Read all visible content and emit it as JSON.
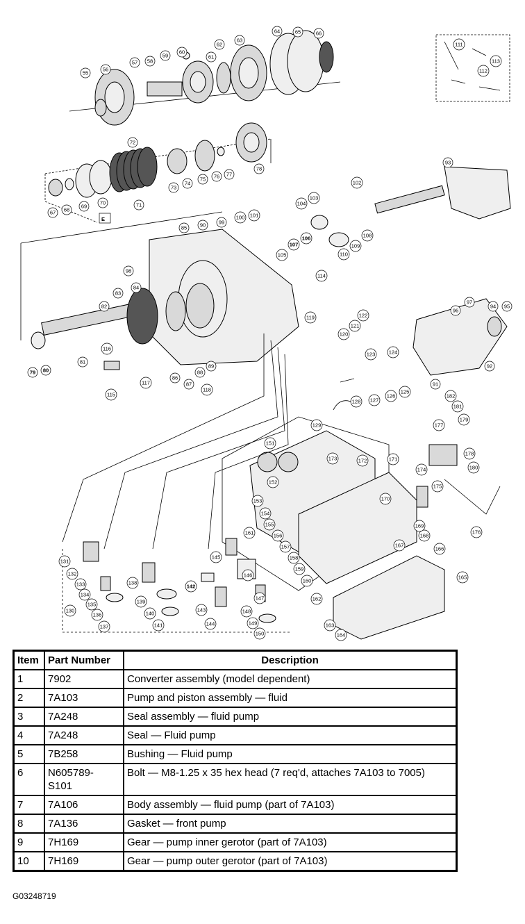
{
  "figure_id": "G03248719",
  "table": {
    "headers": {
      "item": "Item",
      "part_number": "Part Number",
      "description": "Description"
    },
    "rows": [
      {
        "item": "1",
        "part_number": "7902",
        "description": "Converter assembly (model dependent)"
      },
      {
        "item": "2",
        "part_number": "7A103",
        "description": "Pump and piston assembly — fluid"
      },
      {
        "item": "3",
        "part_number": "7A248",
        "description": "Seal assembly — fluid pump"
      },
      {
        "item": "4",
        "part_number": "7A248",
        "description": "Seal — Fluid pump"
      },
      {
        "item": "5",
        "part_number": "7B258",
        "description": "Bushing — Fluid pump"
      },
      {
        "item": "6",
        "part_number": "N605789-\nS101",
        "description": "Bolt — M8-1.25 x 35 hex head (7 req'd, attaches 7A103 to 7005)"
      },
      {
        "item": "7",
        "part_number": "7A106",
        "description": "Body assembly — fluid pump (part of 7A103)"
      },
      {
        "item": "8",
        "part_number": "7A136",
        "description": "Gasket — front pump"
      },
      {
        "item": "9",
        "part_number": "7H169",
        "description": "Gear — pump inner gerotor (part of 7A103)"
      },
      {
        "item": "10",
        "part_number": "7H169",
        "description": "Gear — pump outer gerotor (part of 7A103)"
      }
    ]
  },
  "diagram": {
    "group_label": "E",
    "callouts": [
      "55",
      "56",
      "57",
      "58",
      "59",
      "60",
      "61",
      "62",
      "63",
      "64",
      "65",
      "66",
      "67",
      "68",
      "69",
      "70",
      "71",
      "72",
      "73",
      "74",
      "75",
      "76",
      "77",
      "78",
      "79",
      "80",
      "81",
      "82",
      "83",
      "84",
      "85",
      "86",
      "87",
      "88",
      "89",
      "90",
      "91",
      "92",
      "93",
      "94",
      "95",
      "96",
      "97",
      "98",
      "99",
      "100",
      "101",
      "102",
      "103",
      "104",
      "105",
      "106",
      "107",
      "108",
      "109",
      "110",
      "111",
      "112",
      "113",
      "114",
      "115",
      "116",
      "117",
      "118",
      "119",
      "120",
      "121",
      "122",
      "123",
      "124",
      "125",
      "126",
      "127",
      "128",
      "129",
      "130",
      "131",
      "132",
      "133",
      "134",
      "135",
      "136",
      "137",
      "138",
      "139",
      "140",
      "141",
      "142",
      "143",
      "144",
      "145",
      "146",
      "147",
      "148",
      "149",
      "150",
      "151",
      "152",
      "153",
      "154",
      "155",
      "156",
      "157",
      "158",
      "159",
      "160",
      "161",
      "162",
      "163",
      "164",
      "165",
      "166",
      "167",
      "168",
      "169",
      "170",
      "171",
      "172",
      "173",
      "174",
      "175",
      "176",
      "177",
      "178",
      "179",
      "180",
      "181",
      "182"
    ]
  }
}
